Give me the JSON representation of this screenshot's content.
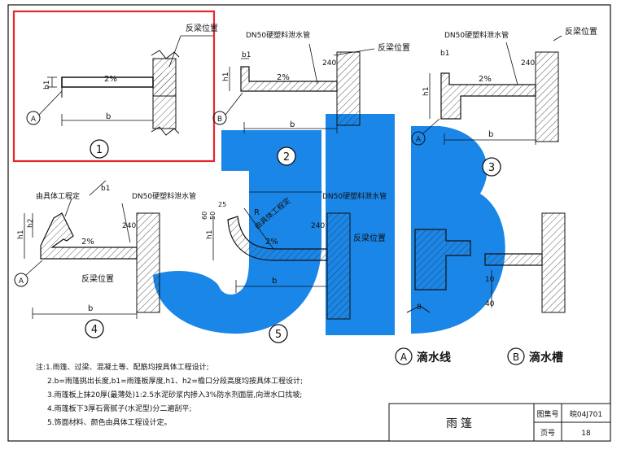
{
  "diagrams": [
    {
      "num": "1",
      "labels": {
        "beam": "反梁位置",
        "slope": "2%",
        "b": "b",
        "b1": "b1",
        "drip": "A"
      }
    },
    {
      "num": "2",
      "labels": {
        "pipe": "DN50硬塑料泄水管",
        "beam": "反梁位置",
        "slope": "2%",
        "b": "b",
        "b1": "b1",
        "h1": "h1",
        "dim": "240",
        "drip": "B"
      }
    },
    {
      "num": "3",
      "labels": {
        "pipe": "DN50硬塑料泄水管",
        "beam": "反梁位置",
        "slope": "2%",
        "b": "b",
        "b1": "b1",
        "h1": "h1",
        "dim": "240",
        "drip": "A"
      }
    },
    {
      "num": "4",
      "labels": {
        "pipe": "DN50硬塑料泄水管",
        "spec": "由具体工程定",
        "beam": "反梁位置",
        "slope": "2%",
        "b": "b",
        "b1": "b1",
        "h1": "h1",
        "h2": "h2",
        "dim": "240",
        "drip": "A"
      }
    },
    {
      "num": "5",
      "labels": {
        "pipe": "DN50硬塑料泄水管",
        "spec": "由具体工程定",
        "beam": "反梁位置",
        "slope": "2%",
        "b": "b",
        "h1": "h1",
        "dim": "240",
        "r": "R",
        "d25": "25",
        "d50": "50",
        "d60": "60"
      }
    }
  ],
  "details": {
    "a_label": "A",
    "a_title": "滴水线",
    "b_label": "B",
    "b_title": "滴水槽",
    "dims": {
      "ten": "10",
      "forty": "40",
      "eight": "8"
    }
  },
  "notes": [
    "注:1.雨篷、过梁、混凝土等、配筋均按具体工程设计;",
    "2.b=雨篷挑出长度,b1=雨篷板厚度,h1、h2=檐口分段高度均按具体工程设计;",
    "3.雨篷板上抹20厚(最薄处)1:2.5水泥砂浆内掺入3%防水剂面层,向泄水口找坡;",
    "4.雨篷板下3厚石膏腻子(水泥型)分二遍刮平;",
    "5.饰面材料、颜色由具体工程设计定。"
  ],
  "title_block": {
    "title": "雨篷",
    "atlas_label": "图集号",
    "atlas_value": "皖04J701",
    "page_label": "页号",
    "page_value": "18"
  },
  "watermark": "JB",
  "colors": {
    "watermark": "#1a86e8",
    "highlight": "#e8262a",
    "ink": "#111111"
  }
}
